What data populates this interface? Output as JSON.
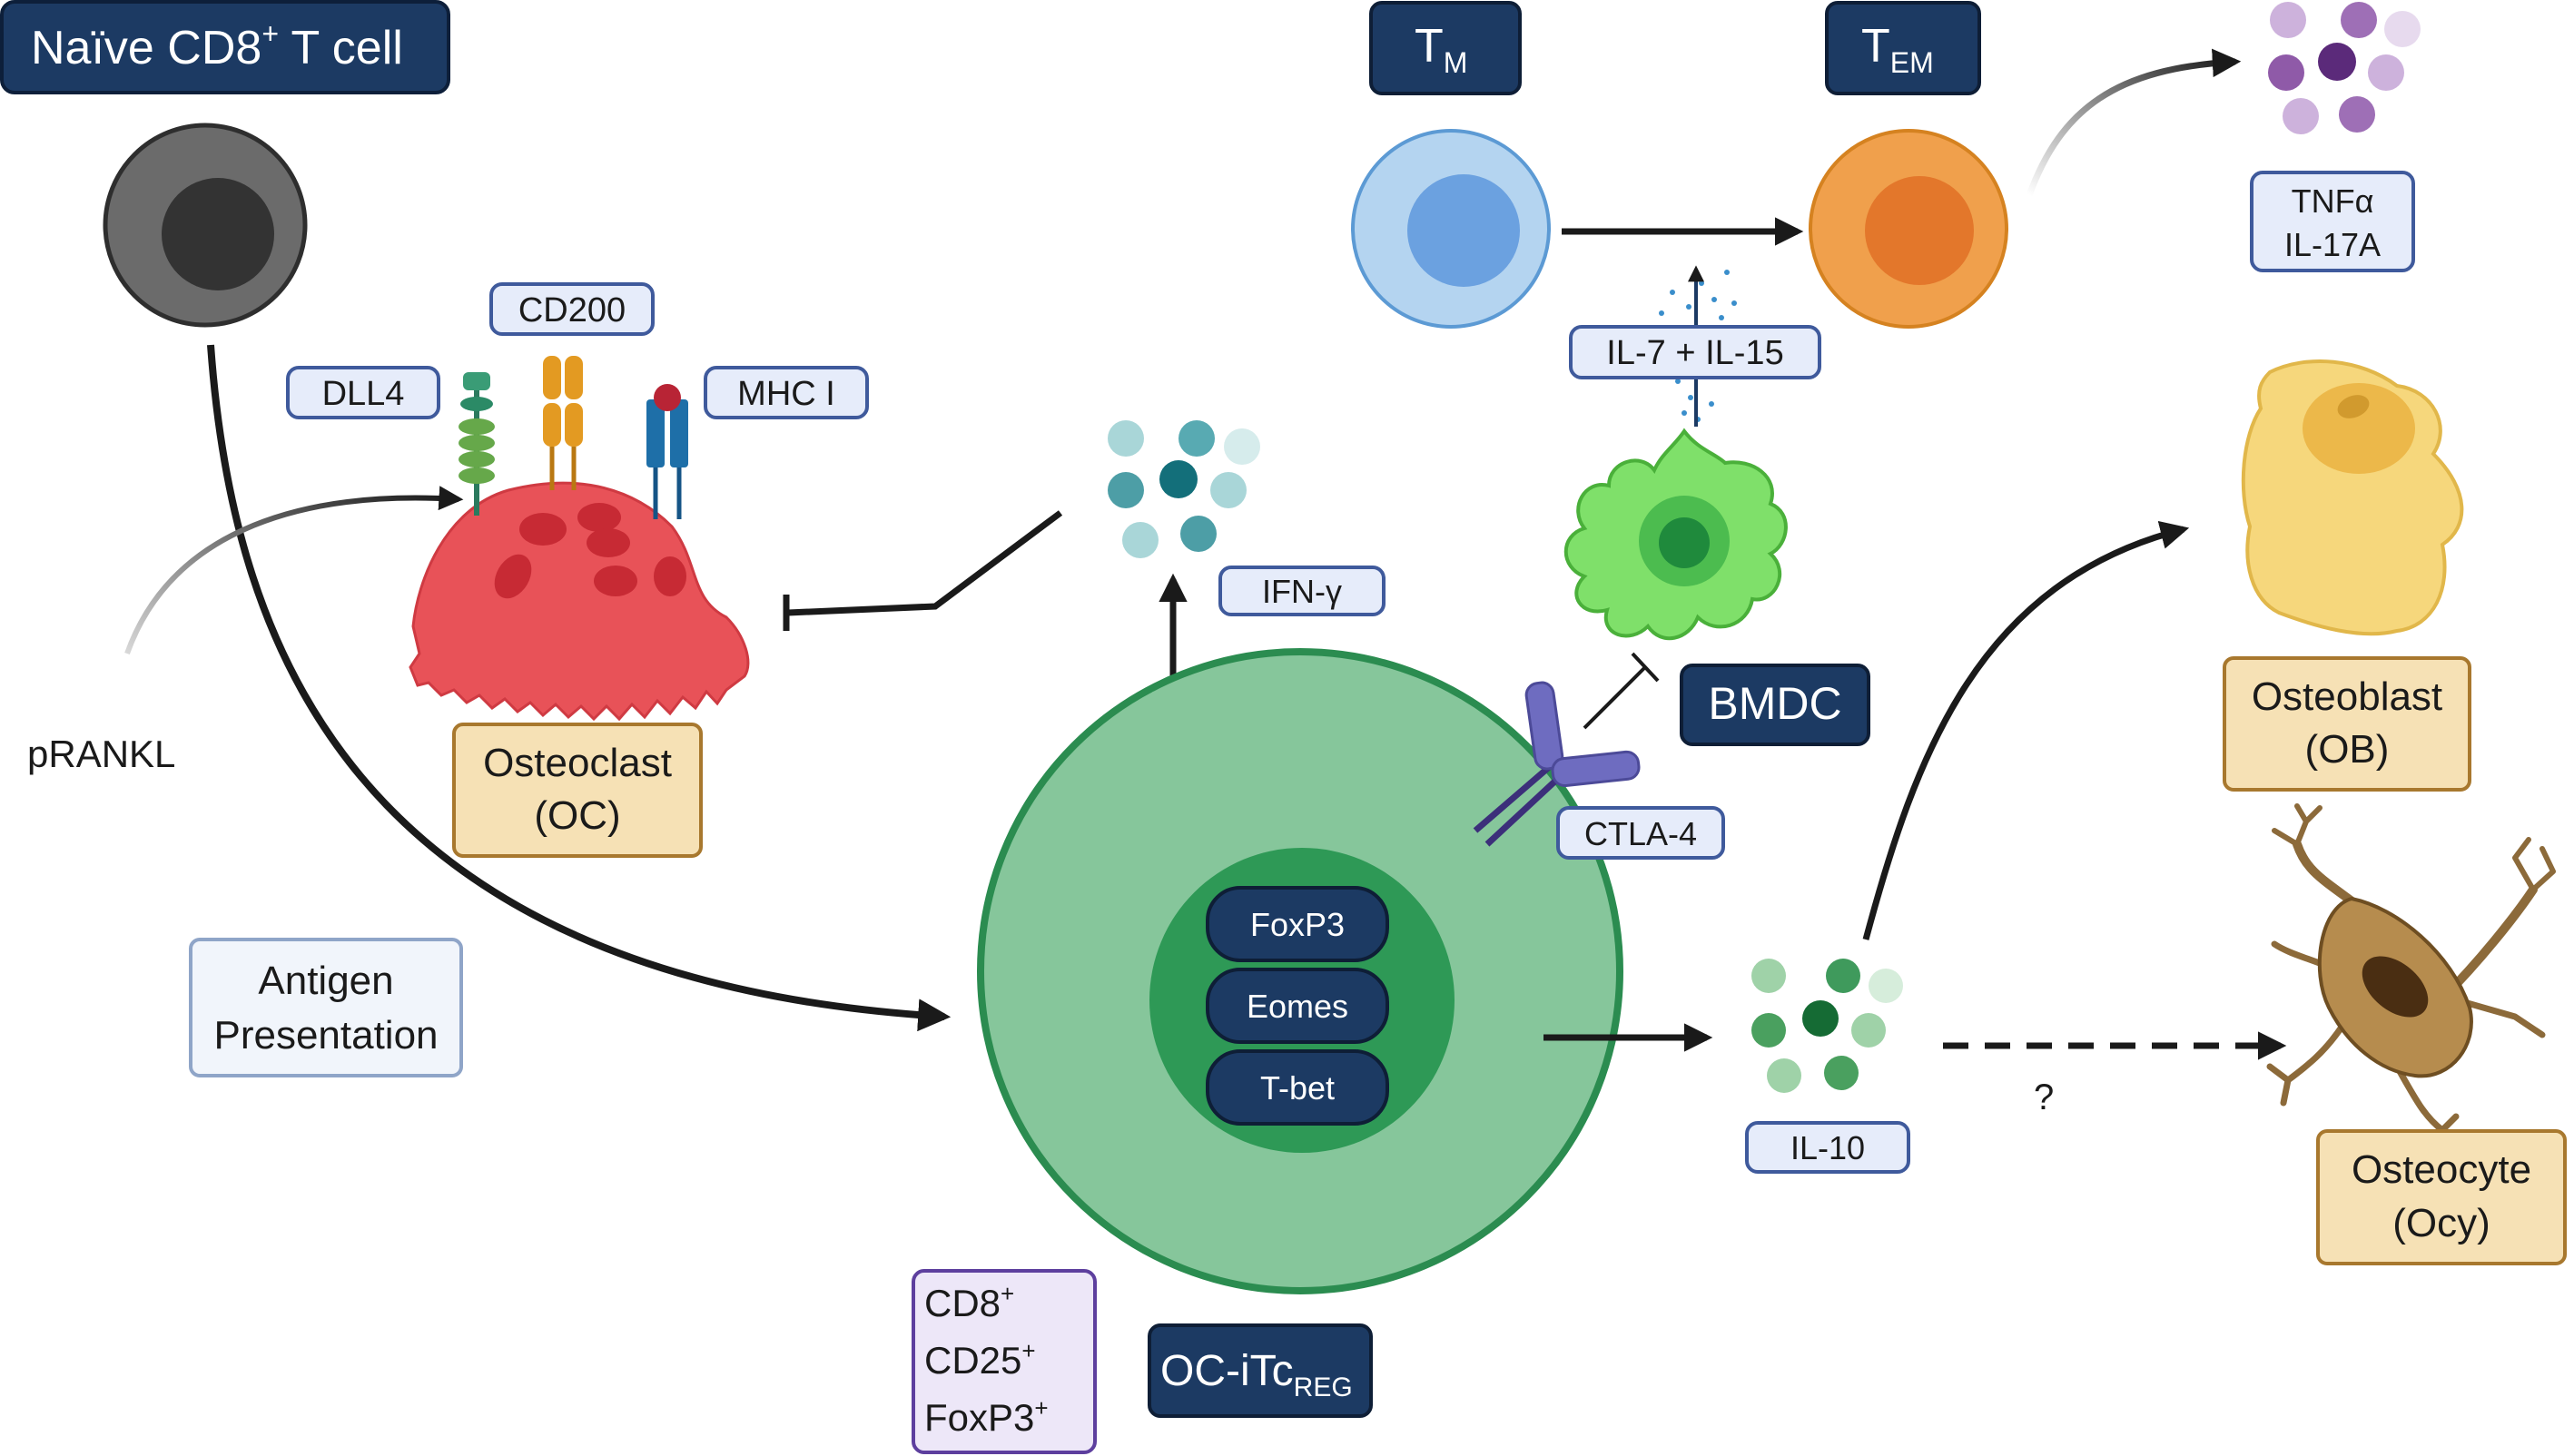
{
  "title": {
    "pre": "Naïve CD8",
    "sup": "+",
    "post": " T cell"
  },
  "memory": {
    "tm": {
      "main": "T",
      "sub": "M"
    },
    "tem": {
      "main": "T",
      "sub": "EM"
    }
  },
  "cytokines": {
    "tnf": [
      "TNFα",
      "IL-17A"
    ],
    "il7_15": "IL-7 + IL-15",
    "ifn": "IFN-γ",
    "il10": "IL-10"
  },
  "osteoclast": {
    "receptors": {
      "cd200": "CD200",
      "dll4": "DLL4",
      "mhc": "MHC I"
    },
    "name": [
      "Osteoclast",
      "(OC)"
    ]
  },
  "prankl": "pRANKL",
  "antigen": [
    "Antigen",
    "Presentation"
  ],
  "itreg": {
    "factors": [
      "FoxP3",
      "Eomes",
      "T-bet"
    ],
    "name": {
      "main": "OC-iTc",
      "sub": "REG"
    },
    "markers": [
      {
        "main": "CD8",
        "sup": "+"
      },
      {
        "main": "CD25",
        "sup": "+"
      },
      {
        "main": "FoxP3",
        "sup": "+"
      }
    ]
  },
  "bmdc": "BMDC",
  "ctla4": "CTLA-4",
  "osteoblast": [
    "Osteoblast",
    "(OB)"
  ],
  "osteocyte": [
    "Osteocyte",
    "(Ocy)"
  ],
  "question": "?",
  "colors": {
    "navy": "#1c3a63",
    "label_fill": "#e6ecfa",
    "label_stroke": "#3f5a9c",
    "tan_fill": "#f6e1b5",
    "tan_stroke": "#a8782e",
    "lavender_fill": "#ede7f8",
    "lavender_stroke": "#5d3f9e",
    "itreg_outer": "#86c69b",
    "itreg_inner": "#2e9956",
    "osteoclast_red": "#e85258",
    "tm_blue": "#b4d4f0",
    "tem_orange": "#f0a04c",
    "bmdc_green": "#7fe06a",
    "osteoblast_yellow": "#f6d77c",
    "osteocyte_brown": "#8c6a3a"
  }
}
